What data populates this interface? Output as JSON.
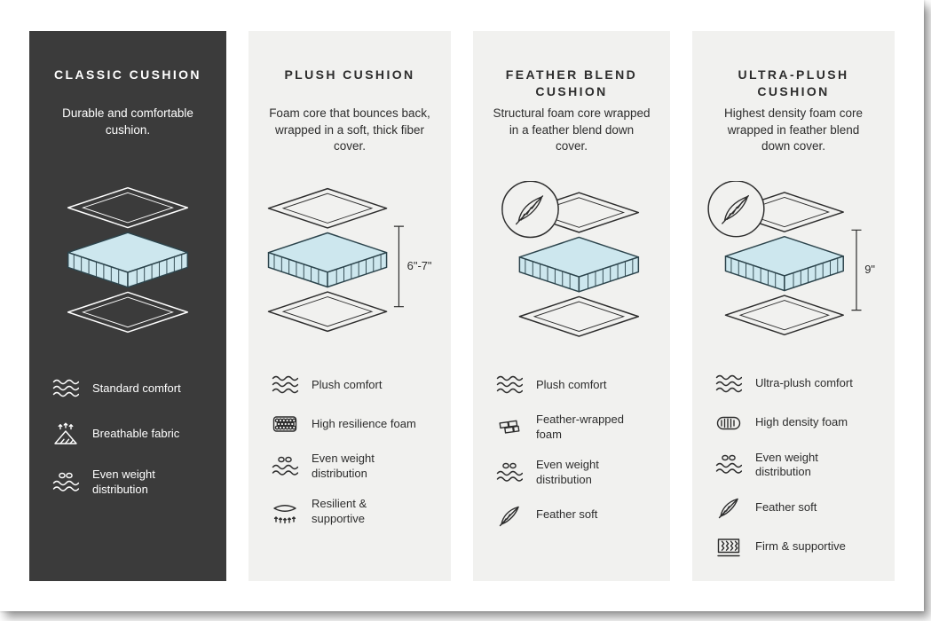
{
  "colors": {
    "dark_card_bg": "#3b3b3b",
    "light_card_bg": "#f1f1ef",
    "foam_fill": "#cde7ee",
    "text_dark": "#2d2d2d",
    "text_light": "#ffffff"
  },
  "cards": [
    {
      "title": "CLASSIC CUSHION",
      "description": "Durable and comfortable cushion.",
      "theme": "dark",
      "diagram": {
        "layers": 3,
        "feather_badge": false,
        "measurement": ""
      },
      "features": [
        {
          "icon": "waves-icon",
          "label": "Standard comfort"
        },
        {
          "icon": "breathable-icon",
          "label": "Breathable fabric"
        },
        {
          "icon": "weight-distribution-icon",
          "label": "Even weight distribution"
        }
      ]
    },
    {
      "title": "PLUSH CUSHION",
      "description": "Foam core that bounces back, wrapped in a soft, thick fiber cover.",
      "theme": "light",
      "diagram": {
        "layers": 3,
        "feather_badge": false,
        "measurement": "6\"-7\""
      },
      "features": [
        {
          "icon": "waves-icon",
          "label": "Plush comfort"
        },
        {
          "icon": "foam-bubbles-icon",
          "label": "High resilience foam"
        },
        {
          "icon": "weight-distribution-icon",
          "label": "Even weight distribution"
        },
        {
          "icon": "spring-support-icon",
          "label": "Resilient & supportive"
        }
      ]
    },
    {
      "title": "FEATHER BLEND CUSHION",
      "description": "Structural foam core wrapped in a feather blend down cover.",
      "theme": "light",
      "diagram": {
        "layers": 3,
        "feather_badge": true,
        "measurement": ""
      },
      "features": [
        {
          "icon": "waves-icon",
          "label": "Plush comfort"
        },
        {
          "icon": "foam-bricks-icon",
          "label": "Feather-wrapped foam"
        },
        {
          "icon": "weight-distribution-icon",
          "label": "Even weight distribution"
        },
        {
          "icon": "feather-icon",
          "label": "Feather soft"
        }
      ]
    },
    {
      "title": "ULTRA-PLUSH CUSHION",
      "description": "Highest density foam core wrapped in feather blend down cover.",
      "theme": "light",
      "diagram": {
        "layers": 3,
        "feather_badge": true,
        "measurement": "9\""
      },
      "features": [
        {
          "icon": "waves-icon",
          "label": "Ultra-plush comfort"
        },
        {
          "icon": "high-density-foam-icon",
          "label": "High density foam"
        },
        {
          "icon": "weight-distribution-icon",
          "label": "Even weight distribution"
        },
        {
          "icon": "feather-icon",
          "label": "Feather soft"
        },
        {
          "icon": "coil-support-icon",
          "label": "Firm & supportive"
        }
      ]
    }
  ]
}
